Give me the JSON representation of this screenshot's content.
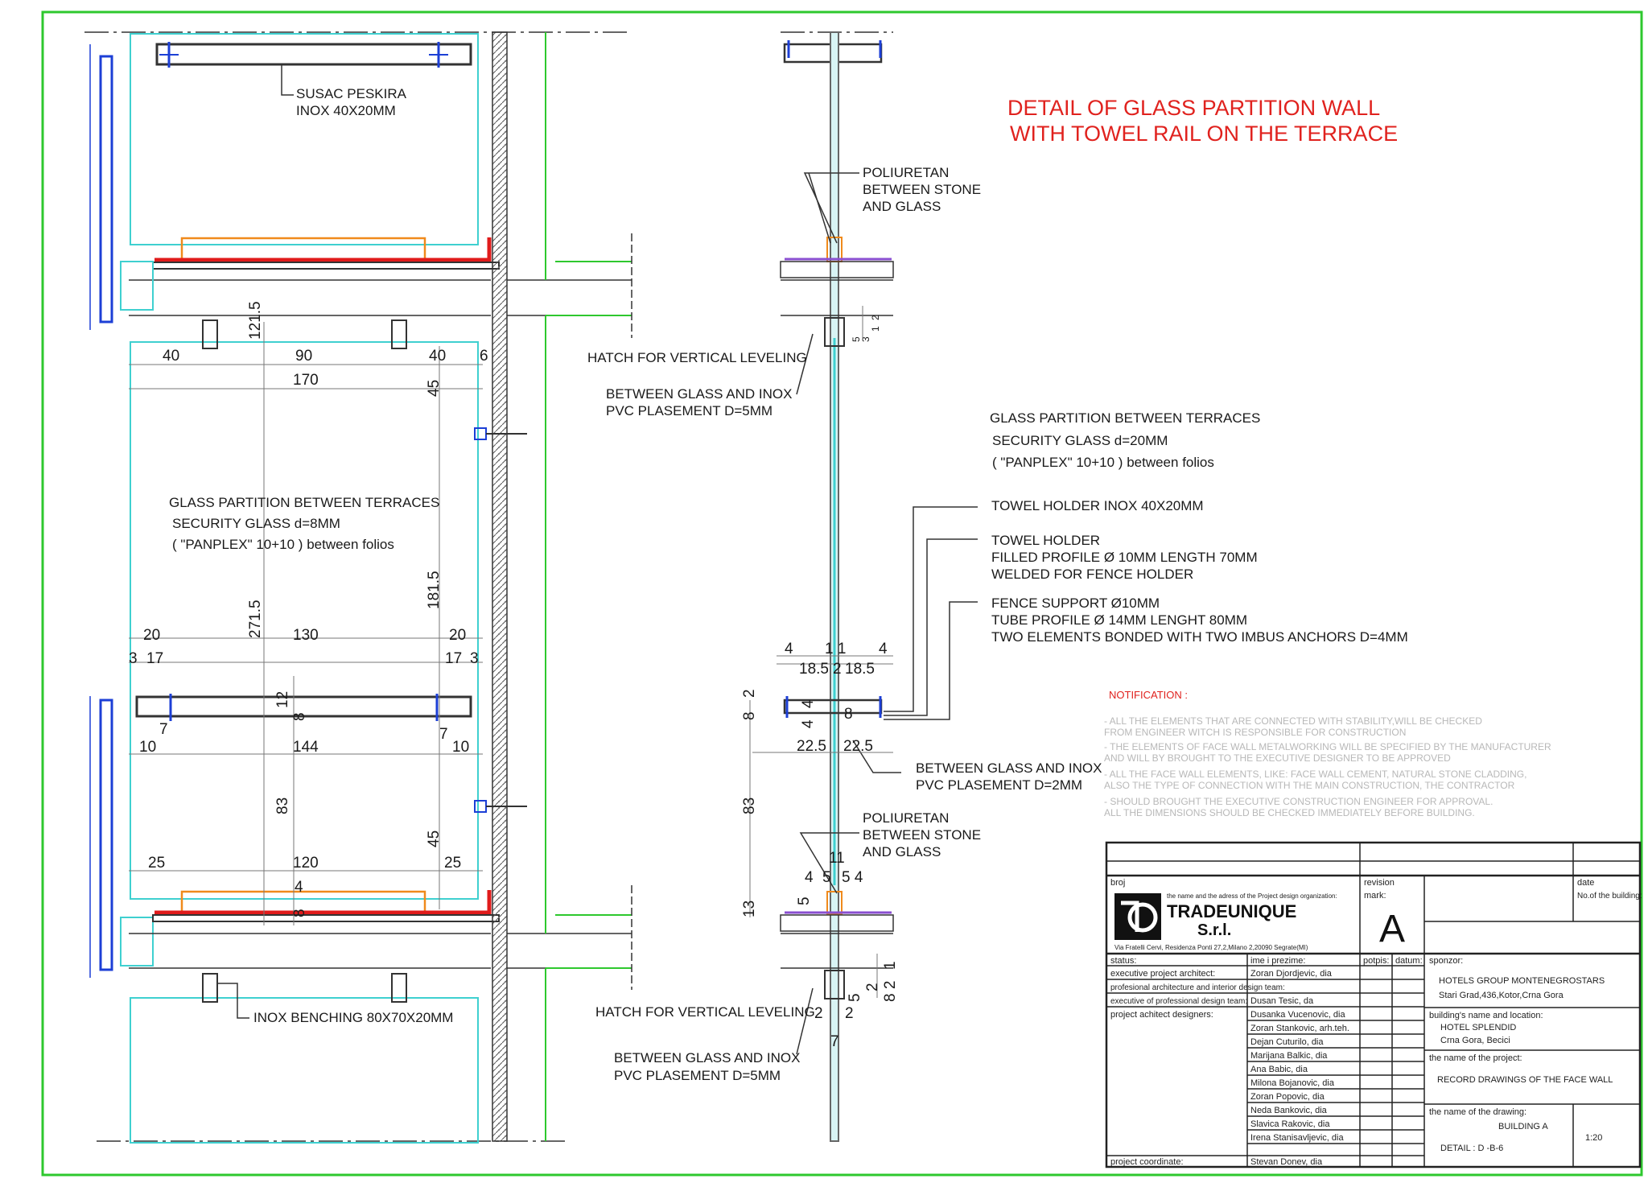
{
  "title": {
    "line1": "DETAIL OF GLASS PARTITION WALL",
    "line2": "WITH TOWEL RAIL ON THE TERRACE"
  },
  "labels": {
    "susac": [
      "SUSAC PESKIRA",
      "INOX 40X20MM"
    ],
    "hatch_top": "HATCH FOR VERTICAL LEVELING",
    "pvc_top": [
      "BETWEEN GLASS AND INOX",
      "PVC PLASEMENT D=5MM"
    ],
    "glass_left": [
      "GLASS PARTITION BETWEEN TERRACES",
      "SECURITY GLASS d=8MM",
      "( \"PANPLEX\" 10+10 ) between folios"
    ],
    "poliuretan_top": [
      "POLIURETAN",
      "BETWEEN STONE",
      "AND GLASS"
    ],
    "glass_right": [
      "GLASS PARTITION BETWEEN TERRACES",
      "SECURITY GLASS d=20MM",
      "( \"PANPLEX\" 10+10 ) between folios"
    ],
    "towel_holder": "TOWEL HOLDER INOX  40X20MM",
    "towel_holder2": [
      "TOWEL HOLDER",
      "FILLED PROFILE Ø 10MM LENGTH 70MM",
      "WELDED FOR FENCE HOLDER"
    ],
    "fence": [
      "FENCE SUPPORT Ø10MM",
      "TUBE  PROFILE Ø 14MM LENGHT 80MM",
      "TWO ELEMENTS BONDED WITH TWO IMBUS ANCHORS D=4MM"
    ],
    "pvc_mid": [
      "BETWEEN GLASS AND INOX",
      "PVC PLASEMENT D=2MM"
    ],
    "poliuretan_bot": [
      "POLIURETAN",
      "BETWEEN STONE",
      "AND GLASS"
    ],
    "hatch_bot": "HATCH FOR VERTICAL LEVELING",
    "pvc_bot": [
      "BETWEEN GLASS AND INOX",
      "PVC PLASEMENT D=5MM"
    ],
    "inox_bench": "INOX BENCHING  80X70X20MM"
  },
  "dimensions": {
    "d40a": "40",
    "d90": "90",
    "d40b": "40",
    "d6": "6",
    "d170": "170",
    "d121_5": "121.5",
    "d45a": "45",
    "d271_5": "271.5",
    "d181_5": "181.5",
    "d20a": "20",
    "d130": "130",
    "d20b": "20",
    "d3a": "3",
    "d17a": "17",
    "d17b": "17",
    "d3b": "3",
    "d12": "12",
    "d8a": "8",
    "d7a": "7",
    "d7b": "7",
    "d10a": "10",
    "d144": "144",
    "d10b": "10",
    "d83a": "83",
    "d45b": "45",
    "d25a": "25",
    "d120": "120",
    "d25b": "25",
    "d4a": "4",
    "d8b": "8",
    "r4a": "4",
    "r11": "1 1",
    "r4b": "4",
    "r18_5a": "18.5",
    "r2a": "2",
    "r18_5b": "18.5",
    "r8": "8",
    "r2b": "2",
    "r4c": "4",
    "r8b": "8",
    "r4d": "4",
    "r22_5a": "22.5",
    "r22_5b": "22.5",
    "r83": "83",
    "r11b": "11",
    "r4e": "4",
    "r5a": "5",
    "r54": "5 4",
    "r5b": "5",
    "r13": "13",
    "r2c": "2",
    "r2d": "2",
    "r7": "7",
    "r5c": "5",
    "r2e": "2",
    "r82": "8 2",
    "r1": "1",
    "t5": "5",
    "t3": "3",
    "t2": "2",
    "t1": "1"
  },
  "notification": {
    "heading": "NOTIFICATION :",
    "lines": [
      "- ALL THE ELEMENTS THAT ARE CONNECTED WITH STABILITY,WILL BE CHECKED",
      "  FROM ENGINEER WITCH IS RESPONSIBLE FOR CONSTRUCTION",
      "- THE ELEMENTS OF FACE WALL METALWORKING WILL BE SPECIFIED BY THE MANUFACTURER",
      "  AND WILL BY BROUGHT TO THE EXECUTIVE DESIGNER TO BE APPROVED",
      "- ALL THE FACE WALL ELEMENTS, LIKE: FACE WALL CEMENT, NATURAL STONE CLADDING,",
      "  ALSO THE TYPE OF CONNECTION WITH THE MAIN CONSTRUCTION, THE CONTRACTOR",
      "- SHOULD BROUGHT THE EXECUTIVE CONSTRUCTION ENGINEER FOR APPROVAL.",
      "  ALL THE DIMENSIONS SHOULD BE CHECKED IMMEDIATELY BEFORE BUILDING."
    ]
  },
  "title_block": {
    "broj": "broj",
    "revision": "revision",
    "date": "date",
    "company_caption": "the name and the adress of the Project design organization:",
    "company_line1": "TRADEUNIQUE",
    "company_line2": "S.r.l.",
    "company_address": "Via Fratelli Cervi, Residenza Ponti 27,2,Milano 2,20090 Segrate(MI)",
    "mark_label": "mark:",
    "mark": "A",
    "no_building": "No.of the building:",
    "status": "status:",
    "ime": "ime i prezime:",
    "potpis": "potpis:",
    "datum": "datum:",
    "sponsor_label": "sponzor:",
    "sponsor": [
      "HOTELS GROUP MONTENEGROSTARS",
      "Stari Grad,436,Kotor,Crna Gora"
    ],
    "roles": [
      {
        "role": "executive project architect:",
        "name": "Zoran Djordjevic, dia"
      },
      {
        "role": "profesional architecture and interior design team:",
        "name": ""
      },
      {
        "role": "executive of professional design team:",
        "name": "Dusan Tesic, da"
      },
      {
        "role": "project achitect designers:",
        "name": "Dusanka Vucenovic, dia"
      }
    ],
    "designers": [
      "Zoran Stankovic, arh.teh.",
      "Dejan Cuturilo, dia",
      "Marijana Balkic, dia",
      "Ana Babic, dia",
      "Milona Bojanovic, dia",
      "Zoran Popovic, dia",
      "Neda Bankovic, dia",
      "Slavica Rakovic, dia",
      "Irena Stanisavljevic, dia"
    ],
    "coordinator_label": "project coordinate:",
    "coordinator": "Stevan Donev, dia",
    "building_label": "building's name and location:",
    "building": [
      "HOTEL SPLENDID",
      "Crna Gora, Becici"
    ],
    "project_label": "the name of the project:",
    "project": "RECORD DRAWINGS OF THE FACE WALL",
    "drawing_label": "the name of the drawing:",
    "drawing_building": "BUILDING  A",
    "drawing_detail": "DETAIL : D -B-6",
    "scale": "1:20"
  },
  "colors": {
    "frame": "#2ec82e",
    "title": "#e0221e",
    "glass": "#3fd0d0",
    "rail_blue": "#1c3fd6",
    "red_sill": "#e01b1b",
    "orange": "#f08a1c",
    "line": "#333333"
  }
}
